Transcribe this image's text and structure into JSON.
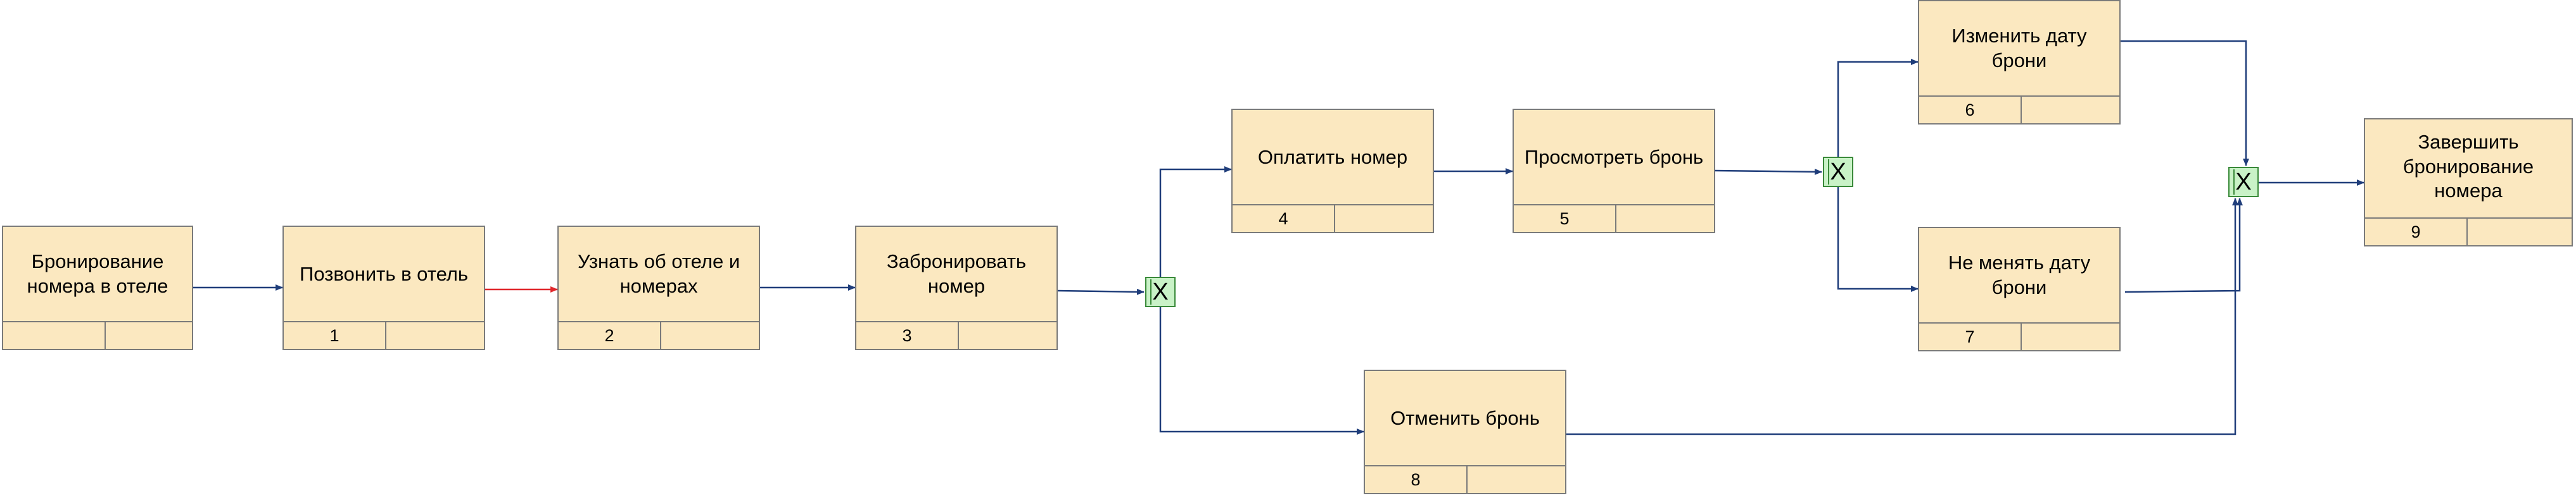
{
  "nodes": [
    {
      "id": "start",
      "label": "Бронирование номера в отеле",
      "number": ""
    },
    {
      "id": "n1",
      "label": "Позвонить в отель",
      "number": "1"
    },
    {
      "id": "n2",
      "label": "Узнать об отеле и номерах",
      "number": "2"
    },
    {
      "id": "n3",
      "label": "Забронировать номер",
      "number": "3"
    },
    {
      "id": "n4",
      "label": "Оплатить номер",
      "number": "4"
    },
    {
      "id": "n5",
      "label": "Просмотреть бронь",
      "number": "5"
    },
    {
      "id": "n6",
      "label": "Изменить дату брони",
      "number": "6"
    },
    {
      "id": "n7",
      "label": "Не менять дату брони",
      "number": "7"
    },
    {
      "id": "n8",
      "label": "Отменить бронь",
      "number": "8"
    },
    {
      "id": "n9",
      "label": "Завершить бронирование номера",
      "number": "9"
    }
  ],
  "gates": [
    {
      "id": "g1",
      "symbol": "X"
    },
    {
      "id": "g2",
      "symbol": "X"
    },
    {
      "id": "g3",
      "symbol": "X"
    }
  ],
  "colors": {
    "box_fill": "#fbe8c0",
    "box_border": "#7a7a7a",
    "gate_fill": "#c9f2c7",
    "connector": "#1f3d7a",
    "highlight_connector": "#e0262a"
  }
}
